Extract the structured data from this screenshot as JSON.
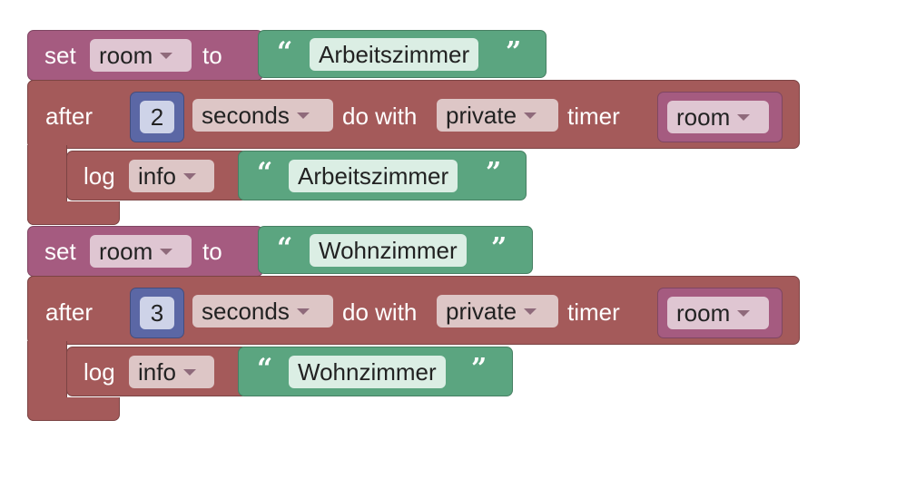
{
  "blocks": [
    {
      "set_label": "set",
      "variable": "room",
      "to_label": "to",
      "quote_open": "“",
      "quote_close": "”",
      "text_value": "Arbeitszimmer",
      "after_label": "after",
      "delay": "2",
      "unit": "seconds",
      "do_with_label": "do with",
      "scope": "private",
      "timer_label": "timer",
      "timer_var": "room",
      "log_label": "log",
      "log_level": "info",
      "log_text": "Arbeitszimmer"
    },
    {
      "set_label": "set",
      "variable": "room",
      "to_label": "to",
      "quote_open": "“",
      "quote_close": "”",
      "text_value": "Wohnzimmer",
      "after_label": "after",
      "delay": "3",
      "unit": "seconds",
      "do_with_label": "do with",
      "scope": "private",
      "timer_label": "timer",
      "timer_var": "room",
      "log_label": "log",
      "log_level": "info",
      "log_text": "Wohnzimmer"
    }
  ],
  "colors": {
    "variable_block": "#a55b80",
    "timer_block": "#a45a5a",
    "text_block": "#5ba580",
    "number_block": "#5b67a5"
  },
  "icons": {
    "dropdown": "chevron-down-icon",
    "quote": "quote-icon"
  }
}
